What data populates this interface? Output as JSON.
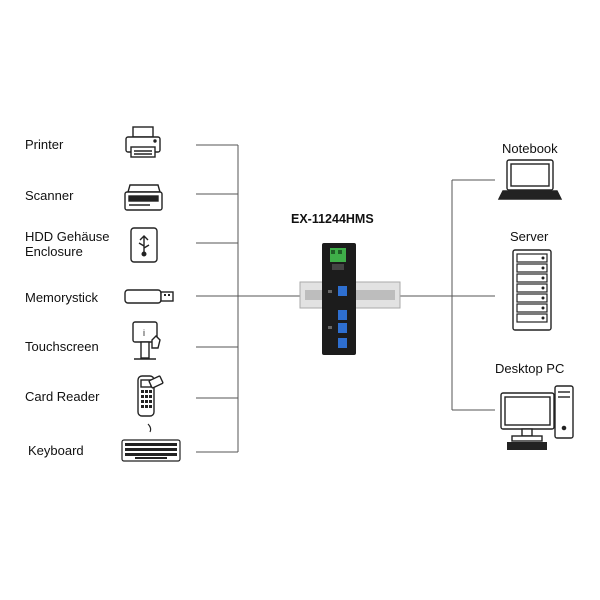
{
  "device": {
    "model": "EX-11244HMS"
  },
  "left_devices": [
    {
      "label": "Printer",
      "icon": "printer-icon"
    },
    {
      "label": "Scanner",
      "icon": "scanner-icon"
    },
    {
      "label": "HDD Gehäuse\nEnclosure",
      "icon": "hdd-enclosure-icon"
    },
    {
      "label": "Memorystick",
      "icon": "usb-stick-icon"
    },
    {
      "label": "Touchscreen",
      "icon": "touchscreen-kiosk-icon"
    },
    {
      "label": "Card Reader",
      "icon": "card-reader-icon"
    },
    {
      "label": "Keyboard",
      "icon": "keyboard-icon"
    }
  ],
  "right_devices": [
    {
      "label": "Notebook",
      "icon": "notebook-icon"
    },
    {
      "label": "Server",
      "icon": "server-rack-icon"
    },
    {
      "label": "Desktop PC",
      "icon": "desktop-pc-icon"
    }
  ],
  "colors": {
    "line": "#555555",
    "hub_body": "#1c1c1c",
    "usb_port": "#2e6fd0",
    "terminal": "#3fae49",
    "rail": "#d9d9d9"
  }
}
